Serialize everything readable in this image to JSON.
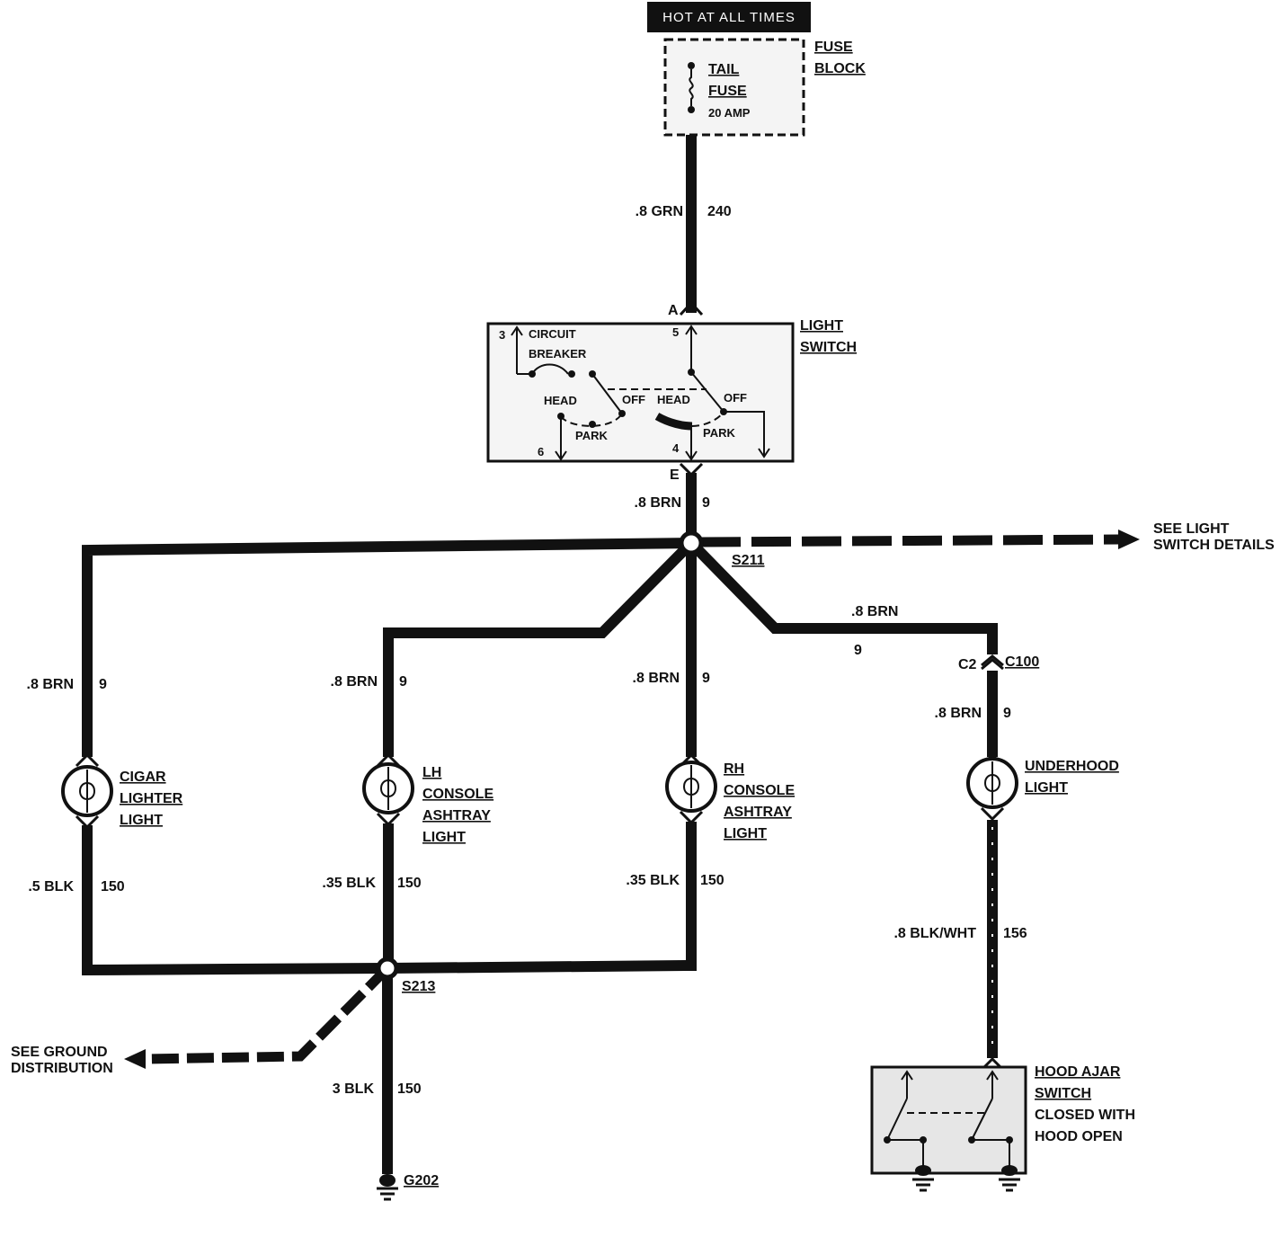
{
  "header": {
    "hot_label": "HOT AT ALL TIMES"
  },
  "fuse_block": {
    "name_line1": "FUSE",
    "name_line2": "BLOCK",
    "fuse_line1": "TAIL",
    "fuse_line2": "FUSE",
    "rating": "20 AMP"
  },
  "wires": {
    "feed": {
      "size": ".8 GRN",
      "circuit": "240"
    },
    "switch_out": {
      "size": ".8 BRN",
      "circuit": "9"
    },
    "cigar_feed": {
      "size": ".8 BRN",
      "circuit": "9"
    },
    "lh_feed": {
      "size": ".8 BRN",
      "circuit": "9"
    },
    "rh_feed": {
      "size": ".8 BRN",
      "circuit": "9"
    },
    "underhood_top": {
      "size": ".8 BRN",
      "circuit": "9"
    },
    "underhood_feed": {
      "size": ".8 BRN",
      "circuit": "9"
    },
    "cigar_gnd": {
      "size": ".5 BLK",
      "circuit": "150"
    },
    "lh_gnd": {
      "size": ".35 BLK",
      "circuit": "150"
    },
    "rh_gnd": {
      "size": ".35 BLK",
      "circuit": "150"
    },
    "hood_sw": {
      "size": ".8 BLK/WHT",
      "circuit": "156"
    },
    "main_gnd": {
      "size": "3 BLK",
      "circuit": "150"
    }
  },
  "light_switch": {
    "name_line1": "LIGHT",
    "name_line2": "SWITCH",
    "terminal_a": "A",
    "terminal_e": "E",
    "pin_3": "3",
    "pin_5": "5",
    "pin_6": "6",
    "pin_4": "4",
    "cb_line1": "CIRCUIT",
    "cb_line2": "BREAKER",
    "head_left": "HEAD",
    "off_left": "OFF",
    "park_left": "PARK",
    "head_right": "HEAD",
    "off_right": "OFF",
    "park_right": "PARK"
  },
  "splices": {
    "s211": "S211",
    "s213": "S213"
  },
  "connectors": {
    "c2": "C2",
    "c100": "C100"
  },
  "lamps": {
    "cigar": {
      "l1": "CIGAR",
      "l2": "LIGHTER",
      "l3": "LIGHT"
    },
    "lh": {
      "l1": "LH",
      "l2": "CONSOLE",
      "l3": "ASHTRAY",
      "l4": "LIGHT"
    },
    "rh": {
      "l1": "RH",
      "l2": "CONSOLE",
      "l3": "ASHTRAY",
      "l4": "LIGHT"
    },
    "underhood": {
      "l1": "UNDERHOOD",
      "l2": "LIGHT"
    }
  },
  "refs": {
    "light_details_1": "SEE LIGHT",
    "light_details_2": "SWITCH DETAILS",
    "ground_1": "SEE GROUND",
    "ground_2": "DISTRIBUTION"
  },
  "hood_switch": {
    "l1": "HOOD AJAR",
    "l2": "SWITCH",
    "l3": "CLOSED WITH",
    "l4": "HOOD OPEN"
  },
  "ground": {
    "g202": "G202"
  }
}
